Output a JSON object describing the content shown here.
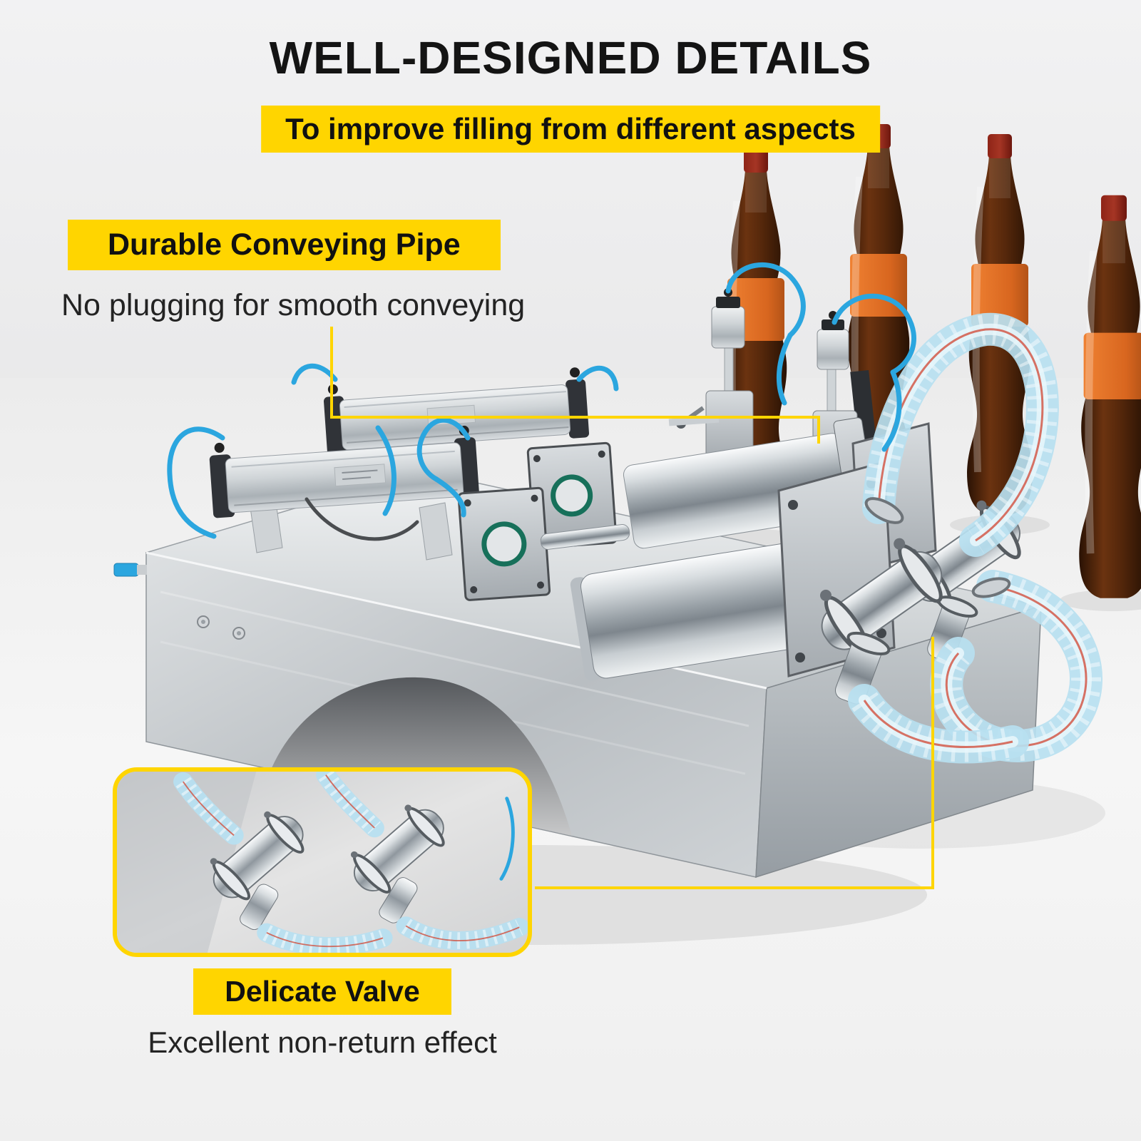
{
  "header": {
    "title": "WELL-DESIGNED DETAILS",
    "subtitle": "To improve filling from different aspects"
  },
  "callout_pipe": {
    "label": "Durable Conveying Pipe",
    "description": "No plugging for smooth conveying"
  },
  "callout_valve": {
    "label": "Delicate Valve",
    "description": "Excellent non-return effect"
  },
  "colors": {
    "accent_yellow": "#FFD500",
    "title_black": "#141414",
    "body_text": "#232323",
    "background_gray": "#F1F1F2",
    "pneumatic_tube_blue": "#2BA6DF",
    "hose_light_blue": "#B7DFF0",
    "label_orange": "#E4732C"
  },
  "scene": {
    "machine": "double-head-pneumatic-liquid-filling-machine",
    "inset": "valve-closeup-photo",
    "background_objects": "glass-cola-bottles"
  }
}
